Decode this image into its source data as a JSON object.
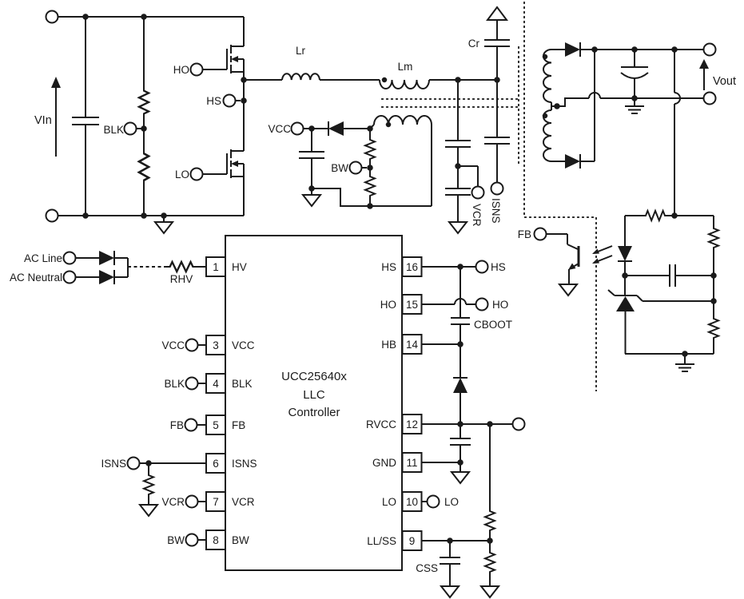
{
  "ic": {
    "title": [
      "UCC25640x",
      "LLC",
      "Controller"
    ],
    "left_pins": [
      {
        "num": "1",
        "name": "HV"
      },
      {
        "num": "3",
        "name": "VCC"
      },
      {
        "num": "4",
        "name": "BLK"
      },
      {
        "num": "5",
        "name": "FB"
      },
      {
        "num": "6",
        "name": "ISNS"
      },
      {
        "num": "7",
        "name": "VCR"
      },
      {
        "num": "8",
        "name": "BW"
      }
    ],
    "right_pins": [
      {
        "num": "16",
        "name": "HS"
      },
      {
        "num": "15",
        "name": "HO"
      },
      {
        "num": "14",
        "name": "HB"
      },
      {
        "num": "12",
        "name": "RVCC"
      },
      {
        "num": "11",
        "name": "GND"
      },
      {
        "num": "10",
        "name": "LO"
      },
      {
        "num": "9",
        "name": "LL/SS"
      }
    ]
  },
  "primary": {
    "vin": "VIn",
    "blk": "BLK",
    "ho": "HO",
    "hs": "HS",
    "lo": "LO",
    "lr": "Lr",
    "lm": "Lm",
    "cr": "Cr",
    "vcr": "VCR",
    "isns": "ISNS"
  },
  "aux_supply": {
    "vcc": "VCC",
    "bw": "BW"
  },
  "startup": {
    "ac_line": "AC Line",
    "ac_neutral": "AC Neutral",
    "rhv": "RHV"
  },
  "controller_io": {
    "vcc": "VCC",
    "blk": "BLK",
    "fb": "FB",
    "isns": "ISNS",
    "vcr": "VCR",
    "bw": "BW",
    "hs": "HS",
    "ho": "HO",
    "cboot": "CBOOT",
    "lo": "LO",
    "css": "CSS"
  },
  "secondary": {
    "vout": "Vout",
    "fb": "FB"
  },
  "colors": {
    "wire": "#1a1a1a",
    "background": "#ffffff"
  }
}
